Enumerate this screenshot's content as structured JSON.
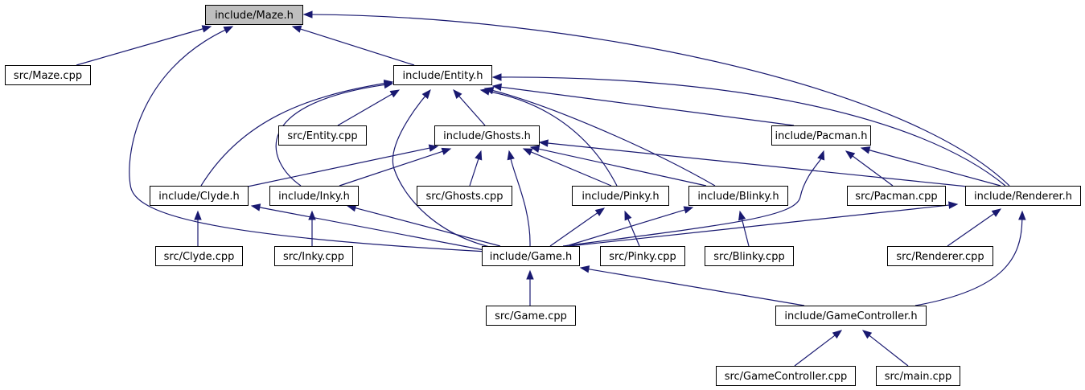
{
  "graph": {
    "nodes": [
      {
        "id": "maze_h",
        "label": "include/Maze.h",
        "root": true
      },
      {
        "id": "maze_cpp",
        "label": "src/Maze.cpp"
      },
      {
        "id": "entity_h",
        "label": "include/Entity.h"
      },
      {
        "id": "entity_cpp",
        "label": "src/Entity.cpp"
      },
      {
        "id": "ghosts_h",
        "label": "include/Ghosts.h"
      },
      {
        "id": "pacman_h",
        "label": "include/Pacman.h"
      },
      {
        "id": "clyde_h",
        "label": "include/Clyde.h"
      },
      {
        "id": "inky_h",
        "label": "include/Inky.h"
      },
      {
        "id": "ghosts_cpp",
        "label": "src/Ghosts.cpp"
      },
      {
        "id": "pinky_h",
        "label": "include/Pinky.h"
      },
      {
        "id": "blinky_h",
        "label": "include/Blinky.h"
      },
      {
        "id": "pacman_cpp",
        "label": "src/Pacman.cpp"
      },
      {
        "id": "renderer_h",
        "label": "include/Renderer.h"
      },
      {
        "id": "clyde_cpp",
        "label": "src/Clyde.cpp"
      },
      {
        "id": "inky_cpp",
        "label": "src/Inky.cpp"
      },
      {
        "id": "game_h",
        "label": "include/Game.h"
      },
      {
        "id": "pinky_cpp",
        "label": "src/Pinky.cpp"
      },
      {
        "id": "blinky_cpp",
        "label": "src/Blinky.cpp"
      },
      {
        "id": "renderer_cpp",
        "label": "src/Renderer.cpp"
      },
      {
        "id": "game_cpp",
        "label": "src/Game.cpp"
      },
      {
        "id": "gamecontroller_h",
        "label": "include/GameController.h"
      },
      {
        "id": "gamecontroller_cpp",
        "label": "src/GameController.cpp"
      },
      {
        "id": "main_cpp",
        "label": "src/main.cpp"
      }
    ],
    "edges": [
      {
        "from": "maze_h",
        "to": "maze_cpp"
      },
      {
        "from": "maze_h",
        "to": "entity_h"
      },
      {
        "from": "maze_h",
        "to": "game_h"
      },
      {
        "from": "maze_h",
        "to": "renderer_h"
      },
      {
        "from": "entity_h",
        "to": "entity_cpp"
      },
      {
        "from": "entity_h",
        "to": "ghosts_h"
      },
      {
        "from": "entity_h",
        "to": "pacman_h"
      },
      {
        "from": "entity_h",
        "to": "clyde_h"
      },
      {
        "from": "entity_h",
        "to": "inky_h"
      },
      {
        "from": "entity_h",
        "to": "pinky_h"
      },
      {
        "from": "entity_h",
        "to": "blinky_h"
      },
      {
        "from": "entity_h",
        "to": "game_h"
      },
      {
        "from": "entity_h",
        "to": "renderer_h"
      },
      {
        "from": "ghosts_h",
        "to": "clyde_h"
      },
      {
        "from": "ghosts_h",
        "to": "inky_h"
      },
      {
        "from": "ghosts_h",
        "to": "ghosts_cpp"
      },
      {
        "from": "ghosts_h",
        "to": "pinky_h"
      },
      {
        "from": "ghosts_h",
        "to": "blinky_h"
      },
      {
        "from": "ghosts_h",
        "to": "game_h"
      },
      {
        "from": "ghosts_h",
        "to": "renderer_h"
      },
      {
        "from": "pacman_h",
        "to": "pacman_cpp"
      },
      {
        "from": "pacman_h",
        "to": "renderer_h"
      },
      {
        "from": "pacman_h",
        "to": "game_h"
      },
      {
        "from": "clyde_h",
        "to": "clyde_cpp"
      },
      {
        "from": "clyde_h",
        "to": "game_h"
      },
      {
        "from": "inky_h",
        "to": "inky_cpp"
      },
      {
        "from": "inky_h",
        "to": "game_h"
      },
      {
        "from": "pinky_h",
        "to": "pinky_cpp"
      },
      {
        "from": "pinky_h",
        "to": "game_h"
      },
      {
        "from": "blinky_h",
        "to": "blinky_cpp"
      },
      {
        "from": "blinky_h",
        "to": "game_h"
      },
      {
        "from": "renderer_h",
        "to": "renderer_cpp"
      },
      {
        "from": "renderer_h",
        "to": "game_h"
      },
      {
        "from": "renderer_h",
        "to": "gamecontroller_h"
      },
      {
        "from": "game_h",
        "to": "game_cpp"
      },
      {
        "from": "game_h",
        "to": "gamecontroller_h"
      },
      {
        "from": "gamecontroller_h",
        "to": "gamecontroller_cpp"
      },
      {
        "from": "gamecontroller_h",
        "to": "main_cpp"
      }
    ]
  },
  "colors": {
    "edge": "#191970",
    "node_fill": "#ffffff",
    "root_fill": "#bfbfbf",
    "node_border": "#000000"
  }
}
